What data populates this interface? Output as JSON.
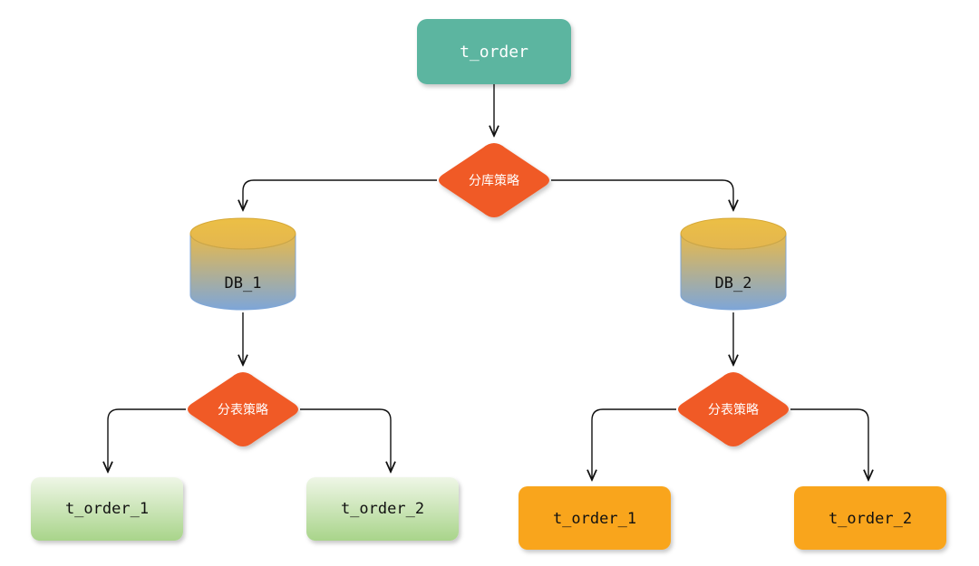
{
  "root": {
    "label": "t_order"
  },
  "db_split": {
    "label": "分库策略"
  },
  "databases": [
    {
      "label": "DB_1"
    },
    {
      "label": "DB_2"
    }
  ],
  "table_splits": [
    {
      "label": "分表策略"
    },
    {
      "label": "分表策略"
    }
  ],
  "tables": [
    {
      "label": "t_order_1"
    },
    {
      "label": "t_order_2"
    },
    {
      "label": "t_order_1"
    },
    {
      "label": "t_order_2"
    }
  ],
  "colors": {
    "root_fill": "#5bb5a0",
    "diamond_fill": "#f05a28",
    "db_top": "#e8b94a",
    "db_bottom": "#7ea6d8",
    "db1_tables_top": "#eef6e6",
    "db1_tables_bottom": "#a8d48a",
    "db2_tables_fill": "#f9a51a"
  }
}
